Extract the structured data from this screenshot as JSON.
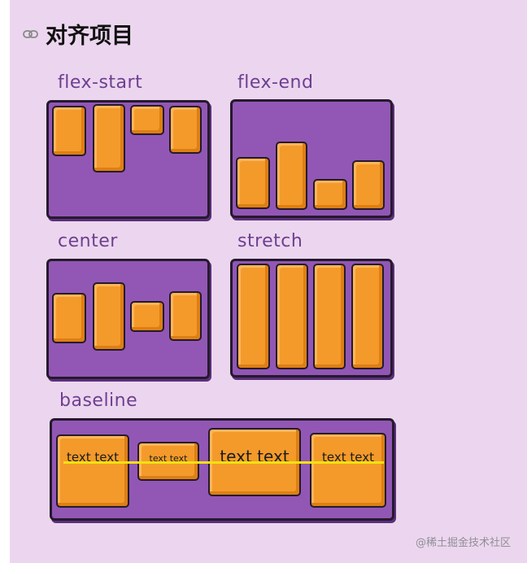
{
  "title": "对齐项目",
  "watermark": "@稀土掘金技术社区",
  "groups": [
    {
      "key": "flex-start",
      "label": "flex-start"
    },
    {
      "key": "flex-end",
      "label": "flex-end"
    },
    {
      "key": "center",
      "label": "center"
    },
    {
      "key": "stretch",
      "label": "stretch"
    },
    {
      "key": "baseline",
      "label": "baseline"
    }
  ],
  "baseline_items": [
    "text text",
    "text text",
    "text text",
    "text text"
  ],
  "colors": {
    "background": "#ecd6ef",
    "container": "#9257b5",
    "item": "#f49a2b",
    "outline": "#241a2c",
    "baseline_line": "#f1e20f"
  },
  "icons": {
    "title": "link-icon"
  }
}
